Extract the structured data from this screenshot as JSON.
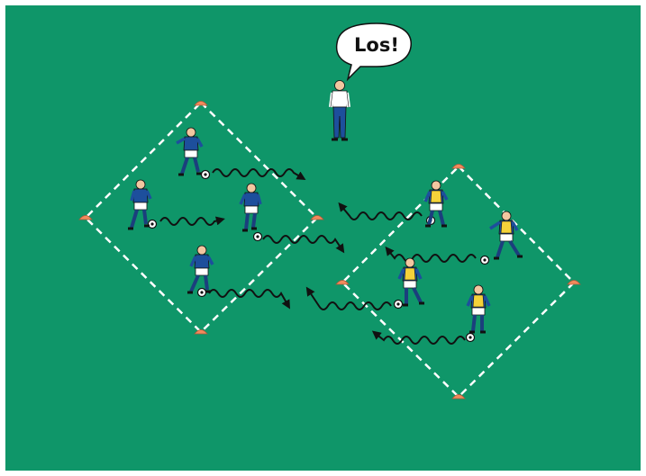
{
  "colors": {
    "pitch": "#0f9669",
    "border": "#ffffff",
    "cone": "#f28a5c",
    "team_blue_shirt": "#1d4f9c",
    "team_blue_socks": "#1b3f7d",
    "team_yellow_vest": "#f4d23a",
    "coach_shirt": "#ffffff",
    "coach_pants": "#1d4f9c",
    "skin": "#f2c7a0",
    "arrow": "#111111"
  },
  "coach": {
    "speech": "Los!",
    "icon": "coach-figure"
  },
  "groups": [
    {
      "id": "left-square",
      "team": "blue",
      "players": 4,
      "dribble_direction": "right"
    },
    {
      "id": "right-square",
      "team": "yellow",
      "players": 4,
      "dribble_direction": "left"
    }
  ],
  "markers": {
    "type": "cones",
    "count": 8
  },
  "equipment_icons": [
    "cone-icon",
    "ball-icon",
    "dribble-arrow-icon"
  ]
}
